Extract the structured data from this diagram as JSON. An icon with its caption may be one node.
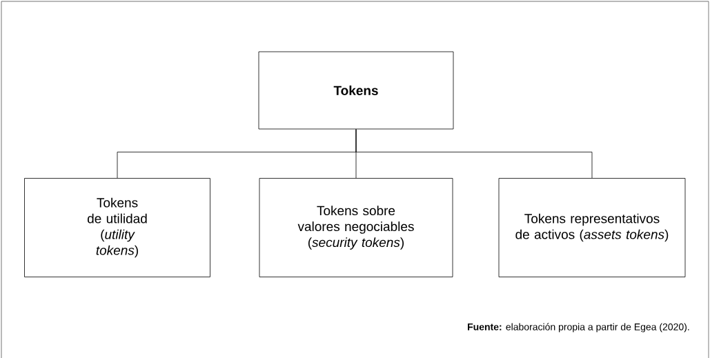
{
  "diagram": {
    "nodes": [
      {
        "text": [
          "**Tokens**"
        ]
      },
      {
        "text": [
          "Tokens de utilidad (*utility tokens*)"
        ]
      },
      {
        "text": [
          "Tokens sobre valores negociables (*security tokens*)"
        ]
      },
      {
        "text": [
          "Tokens representativos de activos (*assets tokens*)"
        ]
      }
    ],
    "edges": [
      {
        "from": 0,
        "to": 1,
        "arrow": "none"
      },
      {
        "from": 0,
        "to": 2,
        "arrow": "none"
      },
      {
        "from": 0,
        "to": 3,
        "arrow": "none"
      }
    ],
    "labels": [
      "**Fuente:** elaboración propia a partir de Egea (2020)."
    ]
  }
}
